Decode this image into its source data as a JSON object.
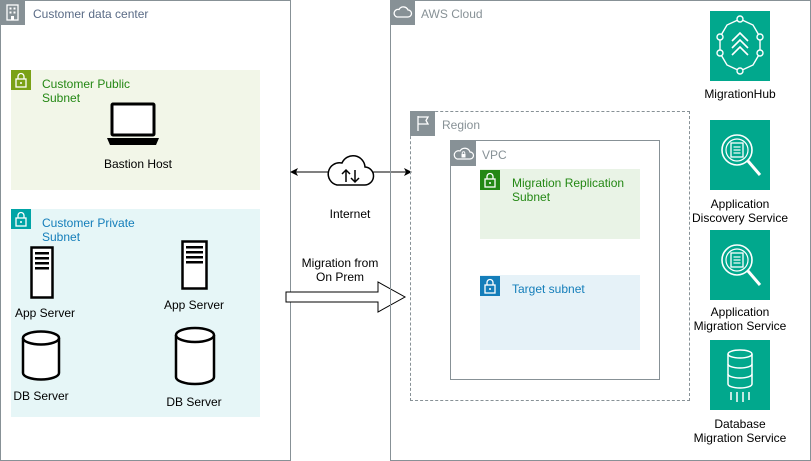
{
  "customer_dc": {
    "title": "Customer data center"
  },
  "public_subnet": {
    "title_line1": "Customer Public",
    "title_line2": "Subnet",
    "host_label": "Bastion Host"
  },
  "private_subnet": {
    "title_line1": "Customer Private",
    "title_line2": "Subnet",
    "app_server_1": "App Server",
    "app_server_2": "App Server",
    "db_server_1": "DB Server",
    "db_server_2": "DB Server"
  },
  "internet": {
    "label": "Internet"
  },
  "migration": {
    "label_line1": "Migration from",
    "label_line2": "On Prem"
  },
  "aws_cloud": {
    "title": "AWS Cloud"
  },
  "region": {
    "title": "Region"
  },
  "vpc": {
    "title": "VPC"
  },
  "replication_subnet": {
    "title_line1": "Migration Replication",
    "title_line2": "Subnet"
  },
  "target_subnet": {
    "title": "Target subnet"
  },
  "services": {
    "migration_hub": "MigrationHub",
    "discovery_line1": "Application",
    "discovery_line2": "Discovery Service",
    "app_migration_line1": "Application",
    "app_migration_line2": "Migration Service",
    "dms_line1": "Database",
    "dms_line2": "Migration Service"
  },
  "colors": {
    "public_subnet_fill": "#F2F6E8",
    "public_green": "#7AA116",
    "private_subnet_fill": "#E6F6F7",
    "private_teal": "#00A4A6",
    "replication_fill": "#E9F3E6",
    "replication_green": "#248814",
    "target_fill": "#E6F2F8",
    "target_blue": "#147EBA",
    "service_fill": "#01A88D",
    "frame_gray": "#879196"
  }
}
